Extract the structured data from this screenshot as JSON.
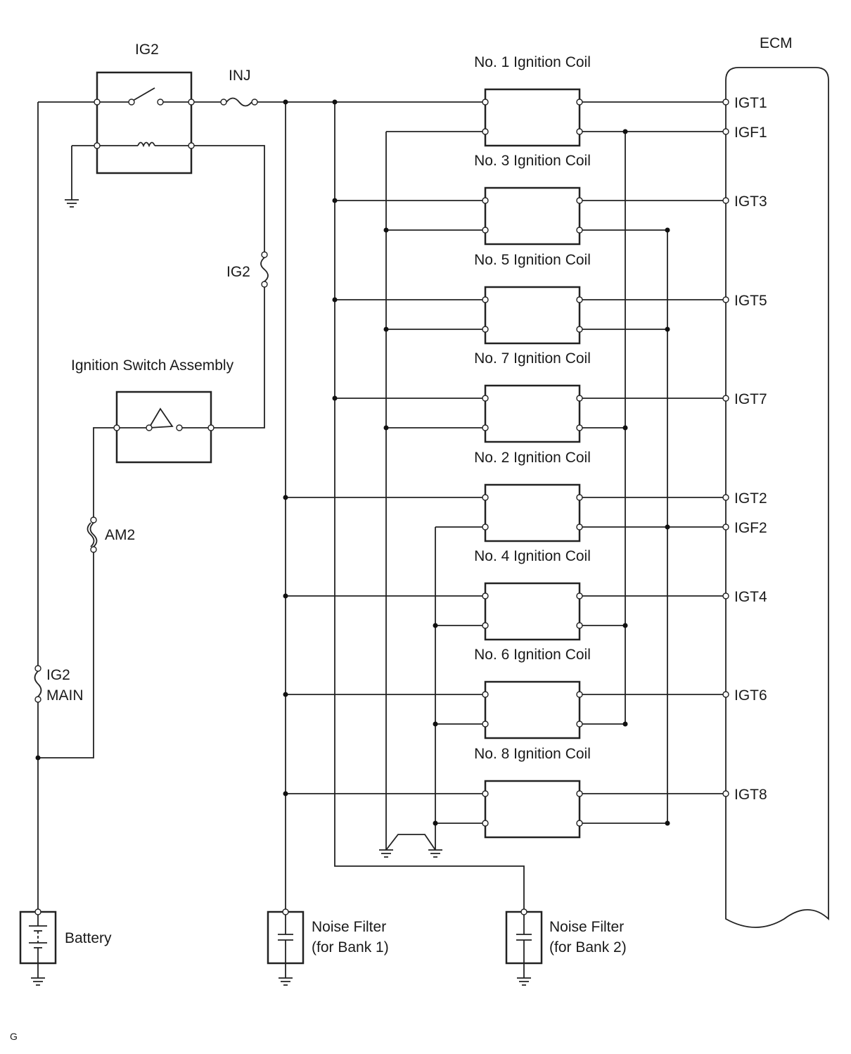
{
  "ecm": {
    "label": "ECM"
  },
  "relay": {
    "label": "IG2"
  },
  "fuses": {
    "inj": "INJ",
    "ig2": "IG2",
    "am2": "AM2",
    "ig2_main_line1": "IG2",
    "ig2_main_line2": "MAIN"
  },
  "ignition_switch": {
    "label": "Ignition Switch Assembly"
  },
  "battery": {
    "label": "Battery"
  },
  "noise_filters": {
    "bank1_line1": "Noise Filter",
    "bank1_line2": "(for Bank 1)",
    "bank2_line1": "Noise Filter",
    "bank2_line2": "(for Bank 2)"
  },
  "coils": [
    {
      "label": "No. 1 Ignition Coil",
      "pin": "IGT1"
    },
    {
      "label": "No. 3 Ignition Coil",
      "pin": "IGT3"
    },
    {
      "label": "No. 5 Ignition Coil",
      "pin": "IGT5"
    },
    {
      "label": "No. 7 Ignition Coil",
      "pin": "IGT7"
    },
    {
      "label": "No. 2 Ignition Coil",
      "pin": "IGT2"
    },
    {
      "label": "No. 4 Ignition Coil",
      "pin": "IGT4"
    },
    {
      "label": "No. 6 Ignition Coil",
      "pin": "IGT6"
    },
    {
      "label": "No. 8 Ignition Coil",
      "pin": "IGT8"
    }
  ],
  "igf_pins": {
    "igf1": "IGF1",
    "igf2": "IGF2"
  },
  "footer": {
    "mark": "G"
  }
}
